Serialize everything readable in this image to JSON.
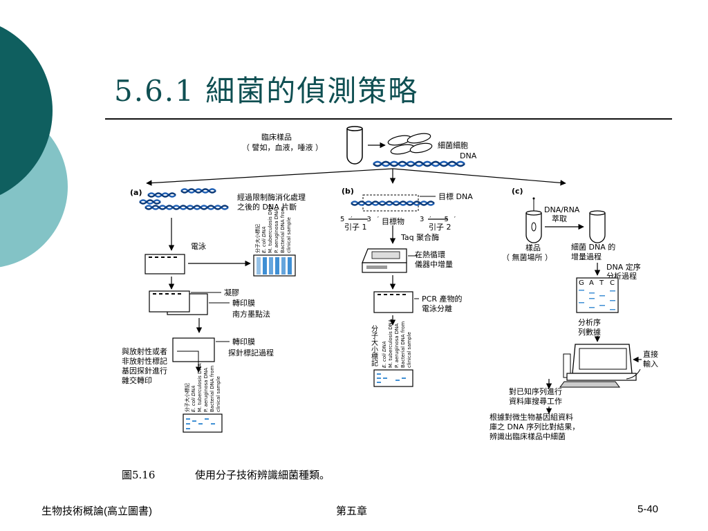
{
  "slide": {
    "title": "5.6.1  細菌的偵測策略",
    "caption_label": "圖5.16",
    "caption_text": "使用分子技術辨識細菌種類。",
    "footer_left": "生物技術概論(高立圖書)",
    "footer_center": "第五章",
    "footer_right": "5-40",
    "colors": {
      "teal_dark": "#0f5f5f",
      "teal_light": "#83c3c6",
      "dna_blue": "#1e5fb4",
      "gel_blue": "#3f8fd4"
    }
  },
  "diagram": {
    "top": {
      "clinical_sample": "臨床樣品",
      "clinical_examples": "（ 譬如，血液，唾液 ）",
      "bacterial_cells": "細菌細胞",
      "dna": "DNA"
    },
    "branch_a": {
      "label": "(a)",
      "digest_line1": "經過限制酶消化處理",
      "digest_line2": "之後的 DNA 片斷",
      "electrophoresis": "電泳",
      "lane_labels": [
        "分子大小標記",
        "E. coli DNA",
        "M. tuberculosis DNA",
        "P. aeruginosa DNA",
        "Bacterial DNA from",
        "clinical sample"
      ],
      "gel": "凝膠",
      "blot_membrane": "轉印膜",
      "southern": "南方墨點法",
      "blot_membrane2": "轉印膜",
      "probe_labeling": "探針標記過程",
      "hyb_line1": "與放射性或者",
      "hyb_line2": "非放射性標記",
      "hyb_line3": "基因探針進行",
      "hyb_line4": "雜交轉印"
    },
    "branch_b": {
      "label": "(b)",
      "target_dna": "目標 DNA",
      "primer1_ends": "5′ 3′",
      "primer1": "引子 1",
      "target": "目標物",
      "primer2_ends": "3′ 5′",
      "primer2": "引子 2",
      "taq": "Taq 聚合酶",
      "cycler_line1": "在熱循環",
      "cycler_line2": "儀器中增量",
      "pcr_line1": "PCR 產物的",
      "pcr_line2": "電泳分離",
      "size_marker": "分子大小標記"
    },
    "branch_c": {
      "label": "(c)",
      "extract_line1": "DNA/RNA",
      "extract_line2": "萃取",
      "sample_line1": "樣品",
      "sample_line2": "（ 無菌場所 ）",
      "amp_line1": "細菌 DNA 的",
      "amp_line2": "增量過程",
      "seq_line1": "DNA 定序",
      "seq_line2": "分析過程",
      "bases": [
        "G",
        "A",
        "T",
        "C"
      ],
      "analysis_line1": "分析序",
      "analysis_line2": "列數據",
      "input_line1": "直接",
      "input_line2": "輸入",
      "search_line1": "對已知序列進行",
      "search_line2": "資料庫搜尋工作",
      "result_line1": "根據對微生物基因組資料",
      "result_line2": "庫之 DNA 序列比對結果，",
      "result_line3": "辨識出臨床樣品中細菌"
    }
  }
}
